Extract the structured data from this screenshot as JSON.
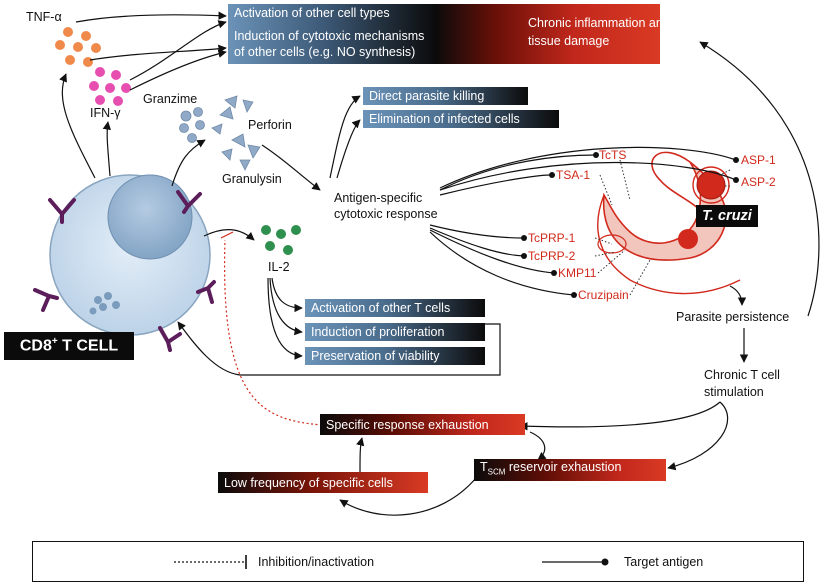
{
  "cytokines": {
    "tnf": "TNF-α",
    "ifn": "IFN-γ"
  },
  "top_effects": {
    "activation": "Activation of other cell types",
    "cytotoxic_line1": "Induction of cytotoxic mechanisms",
    "cytotoxic_line2": "of other cells (e.g. NO synthesis)",
    "inflammation_line1": "Chronic inflammation and",
    "inflammation_line2": "tissue damage"
  },
  "granules": {
    "granzime": "Granzime",
    "perforin": "Perforin",
    "granulysin": "Granulysin"
  },
  "cytotoxic": {
    "direct": "Direct parasite killing",
    "elimination": "Elimination of infected cells",
    "response_line1": "Antigen-specific",
    "response_line2": "cytotoxic response"
  },
  "antigens": [
    "TcTS",
    "TSA-1",
    "ASP-1",
    "ASP-2",
    "TcPRP-1",
    "TcPRP-2",
    "KMP11",
    "Cruzipain"
  ],
  "parasite": {
    "name": "T. cruzi"
  },
  "il2": {
    "label": "IL-2",
    "activation": "Activation of other T cells",
    "proliferation": "Induction of proliferation",
    "viability": "Preservation of viability"
  },
  "cell": {
    "label_main": "CD8",
    "label_sup": "+",
    "label_rest": " T CELL"
  },
  "chronic": {
    "persistence": "Parasite persistence",
    "stimulation_line1": "Chronic T cell",
    "stimulation_line2": "stimulation",
    "exhaustion": "Specific response exhaustion",
    "tscm_main": "T",
    "tscm_sub": "SCM",
    "tscm_rest": " reservoir exhaustion",
    "low_freq": "Low frequency of specific cells"
  },
  "legend": {
    "inhibition": "Inhibition/inactivation",
    "target": "Target antigen"
  },
  "colors": {
    "tnf_dots": "#f08a4b",
    "ifn_dots": "#e64fb0",
    "il2_dots": "#2f8f4e",
    "granule_shapes": "#8fa9c6",
    "cell_fill": "#c9dcee",
    "nucleus_fill": "#8fb0d0",
    "receptor": "#5b1e5a",
    "parasite": "#d1291c",
    "parasite_fill": "#f3c6bd"
  }
}
